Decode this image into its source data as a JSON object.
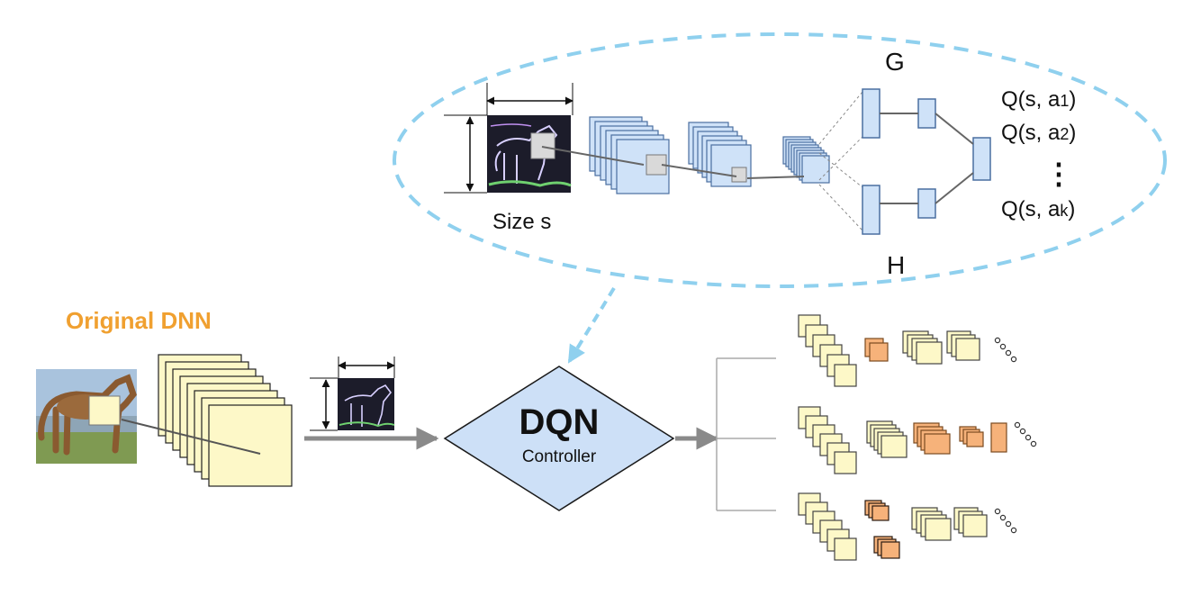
{
  "diagram": {
    "original_dnn_label": "Original DNN",
    "size_label": "Size s",
    "g_label": "G",
    "h_label": "H",
    "vertical_ellipsis": "⋮",
    "dqn_title": "DQN",
    "dqn_subtitle": "Controller",
    "q_outputs": [
      {
        "prefix": "Q(s, a",
        "sub": "1",
        "suffix": ")"
      },
      {
        "prefix": "Q(s, a",
        "sub": "2",
        "suffix": ")"
      },
      {
        "prefix": "Q(s, a",
        "sub": "k",
        "suffix": ")"
      }
    ],
    "colors": {
      "original_label": "#f0a030",
      "dqn_fill": "#cde0f7",
      "layer_yellow": "#fdf8c8",
      "layer_blue": "#cfe2f8",
      "layer_orange": "#f6b27a",
      "ellipse_dash": "#8fd0ee",
      "arrow_gray": "#8a8a8a"
    }
  }
}
